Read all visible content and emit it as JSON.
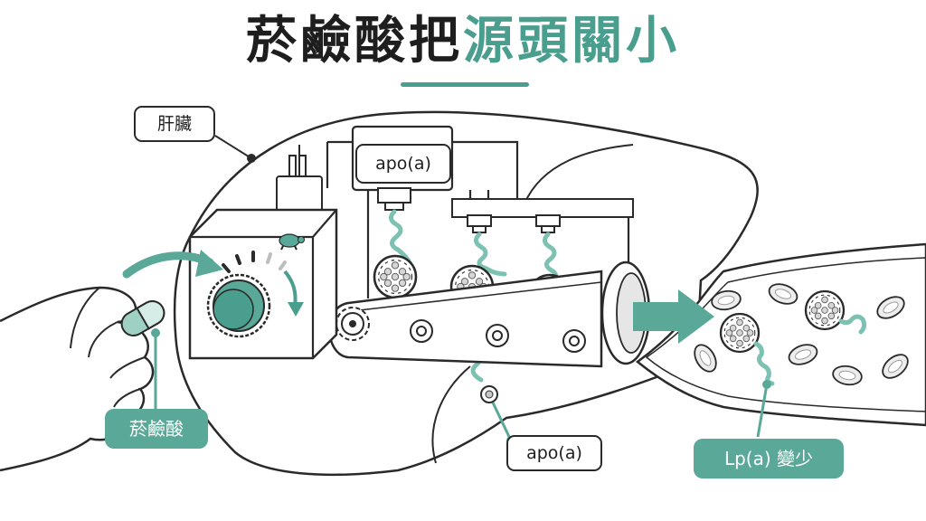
{
  "title": {
    "dark": "菸鹼酸把",
    "accent": "源頭關小"
  },
  "labels": {
    "liver": "肝臟",
    "apo_top": "apo(a)",
    "apo_bottom": "apo(a)",
    "niacin": "菸鹼酸",
    "lpa": "Lp(a) 變少"
  },
  "icons": [
    "hand-icon",
    "capsule-icon",
    "knob-icon",
    "turtle-icon",
    "plug-icon",
    "factory-icon",
    "conveyor-icon",
    "gear-icon",
    "lp-particle-icon",
    "apo-strand-icon",
    "arrow-icon",
    "blood-vessel-icon",
    "red-blood-cell-icon"
  ],
  "colors": {
    "accent": "#4a9e8e",
    "accent_fill": "#5aa898",
    "light_teal": "#b9dcd3",
    "outline": "#2a2a2a"
  }
}
